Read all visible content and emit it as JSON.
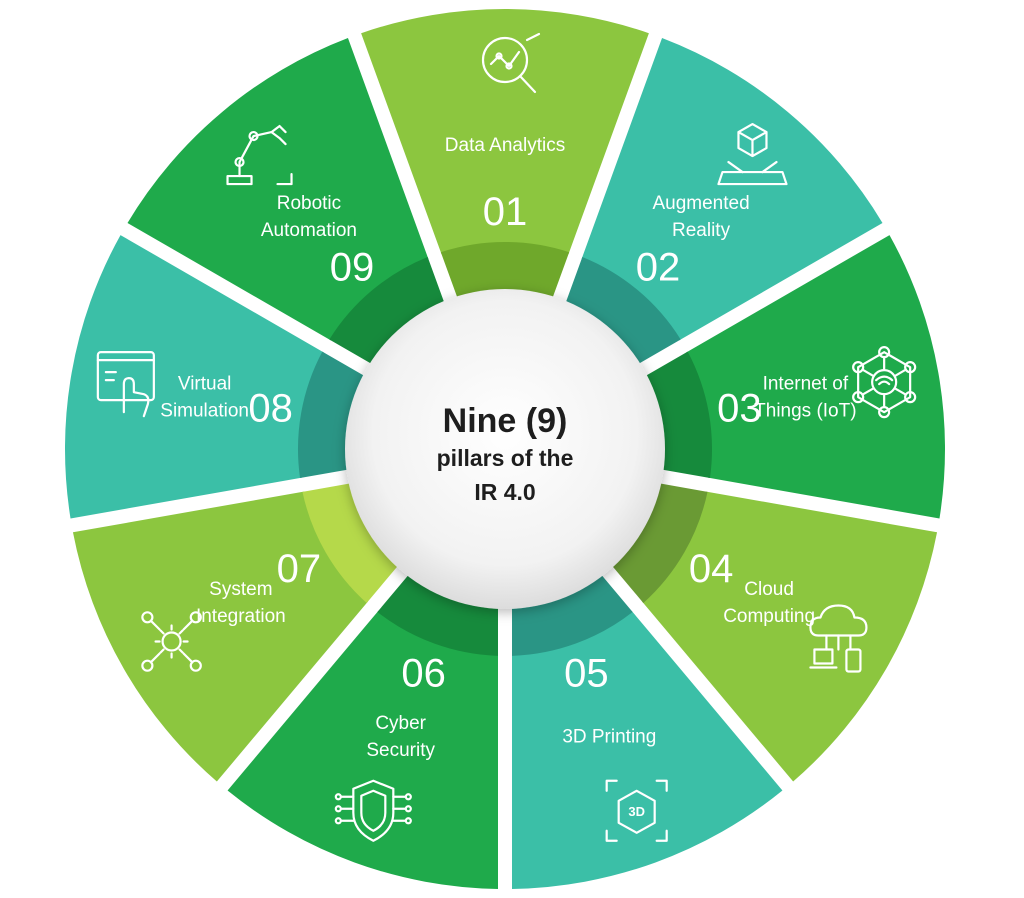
{
  "center": {
    "line1": "Nine (9)",
    "line2": "pillars of the",
    "line3": "IR 4.0"
  },
  "pillars": [
    {
      "number": "01",
      "label_lines": [
        "Data Analytics"
      ],
      "icon": "magnifier-chart-icon",
      "color": "#8cc63f",
      "inner_color": "#6fa82b"
    },
    {
      "number": "02",
      "label_lines": [
        "Augmented",
        "Reality"
      ],
      "icon": "ar-cube-icon",
      "color": "#3bbfa7",
      "inner_color": "#2a9585"
    },
    {
      "number": "03",
      "label_lines": [
        "Internet of",
        "Things (IoT)"
      ],
      "icon": "iot-network-icon",
      "color": "#1faa4b",
      "inner_color": "#168a3c"
    },
    {
      "number": "04",
      "label_lines": [
        "Cloud",
        "Computing"
      ],
      "icon": "cloud-devices-icon",
      "color": "#8cc63f",
      "inner_color": "#6a9a34"
    },
    {
      "number": "05",
      "label_lines": [
        "3D Printing"
      ],
      "icon": "3d-print-icon",
      "color": "#3bbfa7",
      "inner_color": "#2a9585"
    },
    {
      "number": "06",
      "label_lines": [
        "Cyber",
        "Security"
      ],
      "icon": "shield-circuit-icon",
      "color": "#1faa4b",
      "inner_color": "#168a3c"
    },
    {
      "number": "07",
      "label_lines": [
        "System",
        "Integration"
      ],
      "icon": "gear-network-icon",
      "color": "#8cc63f",
      "inner_color": "#b5d94a"
    },
    {
      "number": "08",
      "label_lines": [
        "Virtual",
        "Simulation"
      ],
      "icon": "touch-screen-icon",
      "color": "#3bbfa7",
      "inner_color": "#2a9585"
    },
    {
      "number": "09",
      "label_lines": [
        "Robotic",
        "Automation"
      ],
      "icon": "robot-arm-icon",
      "color": "#1faa4b",
      "inner_color": "#168a3c"
    }
  ]
}
